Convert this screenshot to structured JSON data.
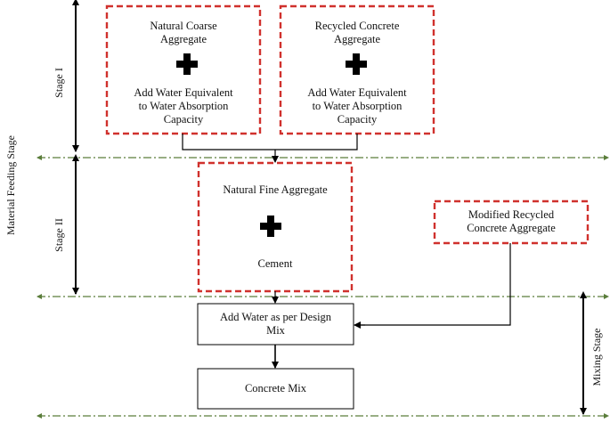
{
  "colors": {
    "dashed_box": "#d0312d",
    "stage_divider": "#5a7d3a",
    "line": "#000000",
    "plus": "#000000"
  },
  "stage_labels": {
    "material_feeding": "Material Feeding Stage",
    "stage_1": "Stage I",
    "stage_2": "Stage II",
    "mixing": "Mixing Stage"
  },
  "boxes": {
    "natural_coarse": {
      "line1": "Natural  Coarse",
      "line2": "Aggregate",
      "line3": "Add Water Equivalent",
      "line4": "to Water Absorption",
      "line5": "Capacity"
    },
    "recycled_concrete": {
      "line1": "Recycled Concrete",
      "line2": "Aggregate",
      "line3": "Add Water Equivalent",
      "line4": "to Water Absorption",
      "line5": "Capacity"
    },
    "natural_fine": {
      "line1": "Natural  Fine Aggregate",
      "line2": "Cement"
    },
    "modified_recycled": {
      "line1": "Modified Recycled",
      "line2": "Concrete Aggregate"
    },
    "add_water": {
      "line1": "Add Water as per Design",
      "line2": "Mix"
    },
    "concrete_mix": {
      "line1": "Concrete Mix"
    }
  },
  "icons": {
    "plus": "plus-icon",
    "arrow": "arrow-head-icon"
  }
}
